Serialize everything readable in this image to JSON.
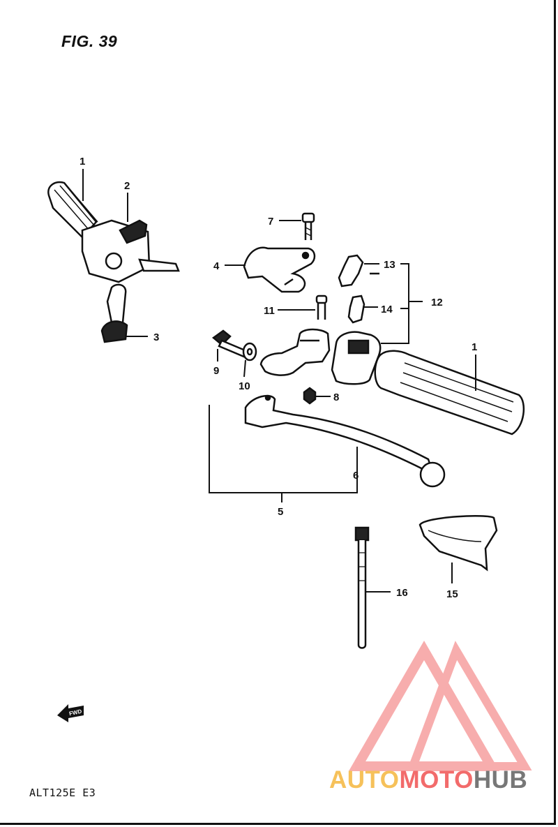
{
  "figure": {
    "title": "FIG. 39",
    "model_code": "ALT125E E3"
  },
  "parts": [
    {
      "key": "p1a",
      "number": "1"
    },
    {
      "key": "p2",
      "number": "2"
    },
    {
      "key": "p3",
      "number": "3"
    },
    {
      "key": "p4",
      "number": "4"
    },
    {
      "key": "p5",
      "number": "5"
    },
    {
      "key": "p6",
      "number": "6"
    },
    {
      "key": "p7",
      "number": "7"
    },
    {
      "key": "p8",
      "number": "8"
    },
    {
      "key": "p9",
      "number": "9"
    },
    {
      "key": "p10",
      "number": "10"
    },
    {
      "key": "p11",
      "number": "11"
    },
    {
      "key": "p12",
      "number": "12"
    },
    {
      "key": "p13",
      "number": "13"
    },
    {
      "key": "p14",
      "number": "14"
    },
    {
      "key": "p15",
      "number": "15"
    },
    {
      "key": "p16",
      "number": "16"
    },
    {
      "key": "p1b",
      "number": "1"
    }
  ],
  "direction_marker": "FWD",
  "watermark": {
    "brand_part1": "AUTO",
    "brand_part2": "MOTO",
    "brand_part3": "HUB",
    "colors": {
      "auto": "#f6c15a",
      "moto": "#f26b6b",
      "hub": "#777777",
      "logo": "#f26b6b"
    }
  }
}
